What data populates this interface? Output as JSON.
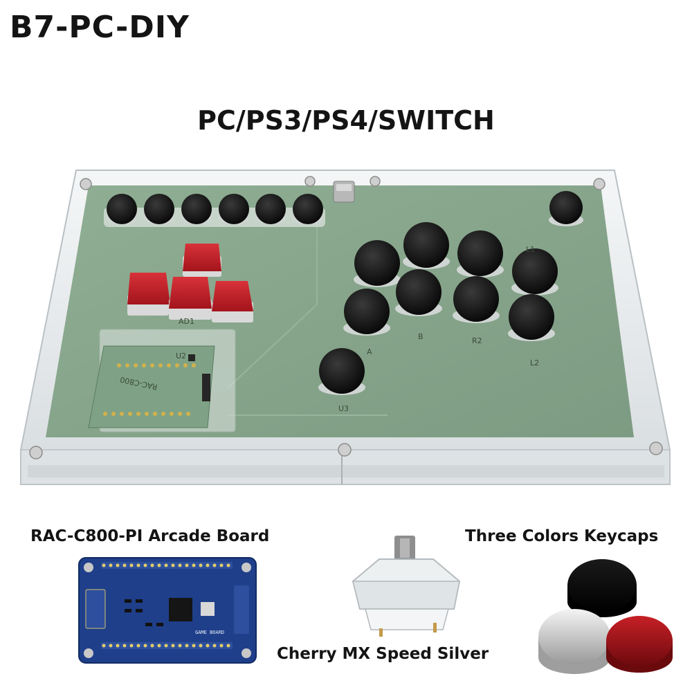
{
  "header": {
    "title": "B7-PC-DIY",
    "platforms": "PC/PS3/PS4/SWITCH"
  },
  "controller": {
    "pcb_color": "#87a58c",
    "acrylic_color": "#e9ecee",
    "button_color": "#111111",
    "dpad_color": "#c8202a",
    "labels": {
      "l1": "L1",
      "l2": "L2",
      "r2": "R2",
      "a": "A",
      "b": "B",
      "u3": "U3",
      "ad1": "AD1",
      "u2": "U2",
      "board_silk": "RAC-C800"
    }
  },
  "accessories": {
    "board_caption": "RAC-C800-PI Arcade Board",
    "switch_caption": "Cherry MX Speed Silver",
    "keycaps_caption": "Three Colors Keycaps",
    "board_silk_text": "GAME BOARD",
    "keycap_colors": [
      "#111111",
      "#e8e8e8",
      "#b01a1f"
    ]
  }
}
